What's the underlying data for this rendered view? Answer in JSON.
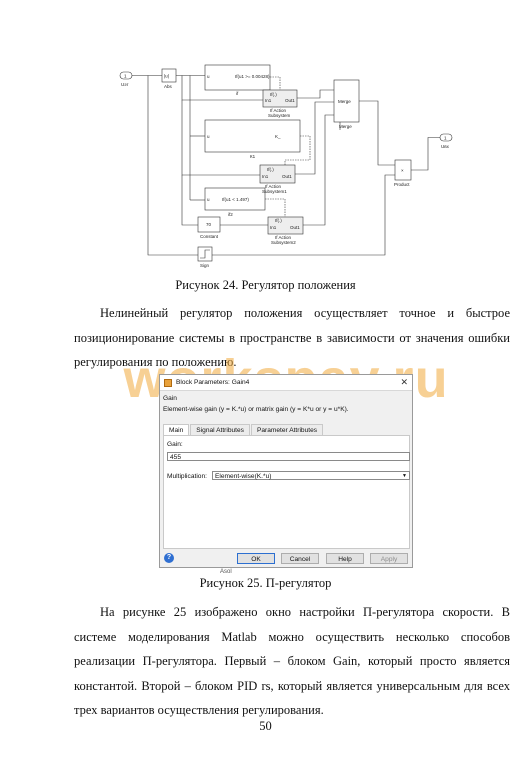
{
  "diagram": {
    "in_port": {
      "num": "1",
      "label": "Uэт"
    },
    "abs": {
      "glyph": "|u|",
      "label": "Abs"
    },
    "fcn1": {
      "in": "u",
      "expr": "If(u1 >= 0.00428)",
      "label": "if"
    },
    "fcn2": {
      "in": "u",
      "expr": "K_",
      "label": "К1"
    },
    "fcn3": {
      "in": "u",
      "expr": "If(u1 < 1.497)",
      "label": "if2"
    },
    "sub1": {
      "in1": "If(.)",
      "in2": "In1",
      "out": "Out1",
      "label1": "If Action",
      "label2": "Subsystem"
    },
    "sub2": {
      "in1": "If(.)",
      "in2": "In1",
      "out": "Out1",
      "label1": "If Action",
      "label2": "Subsystem1"
    },
    "sub3": {
      "in1": "If(.)",
      "in2": "In1",
      "out": "Out1",
      "label1": "If Action",
      "label2": "Subsystem2"
    },
    "merge": {
      "inner": "Merge",
      "label": "Merge"
    },
    "constant": {
      "value": "70",
      "label": "Constant"
    },
    "sign": {
      "label": "Sign"
    },
    "product": {
      "glyph": "×",
      "label": "Product"
    },
    "out_port": {
      "num": "1",
      "label": "Uвх"
    }
  },
  "caption24": "Рисунок 24. Регулятор положения",
  "para1": "Нелинейный регулятор положения осуществляет точное и быстрое позиционирование системы в пространстве в зависимости от значения ошибки регулирования по положению.",
  "watermark": "workspay.ru",
  "dialog": {
    "title": "Block Parameters: Gain4",
    "close": "✕",
    "section": "Gain",
    "description": "Element-wise gain (y = K.*u) or matrix gain (y = K*u or y = u*K).",
    "tabs": [
      "Main",
      "Signal Attributes",
      "Parameter Attributes"
    ],
    "gain_label": "Gain:",
    "gain_value": "455",
    "mult_label": "Multiplication:",
    "mult_value": "Element-wise(K.*u)",
    "buttons": {
      "ok": "OK",
      "cancel": "Cancel",
      "help": "Help",
      "apply": "Apply"
    },
    "help_icon": "?"
  },
  "residue": "Asol",
  "caption25": "Рисунок 25. П-регулятор",
  "para2": "На рисунке 25 изображено окно настройки П-регулятора скорости. В системе моделирования Matlab можно осуществить несколько способов реализации П-регулятора. Первый – блоком Gain, который просто является константой. Второй – блоком PID rs, который является универсальным для всех трех вариантов осуществления регулирования.",
  "page_number": "50"
}
